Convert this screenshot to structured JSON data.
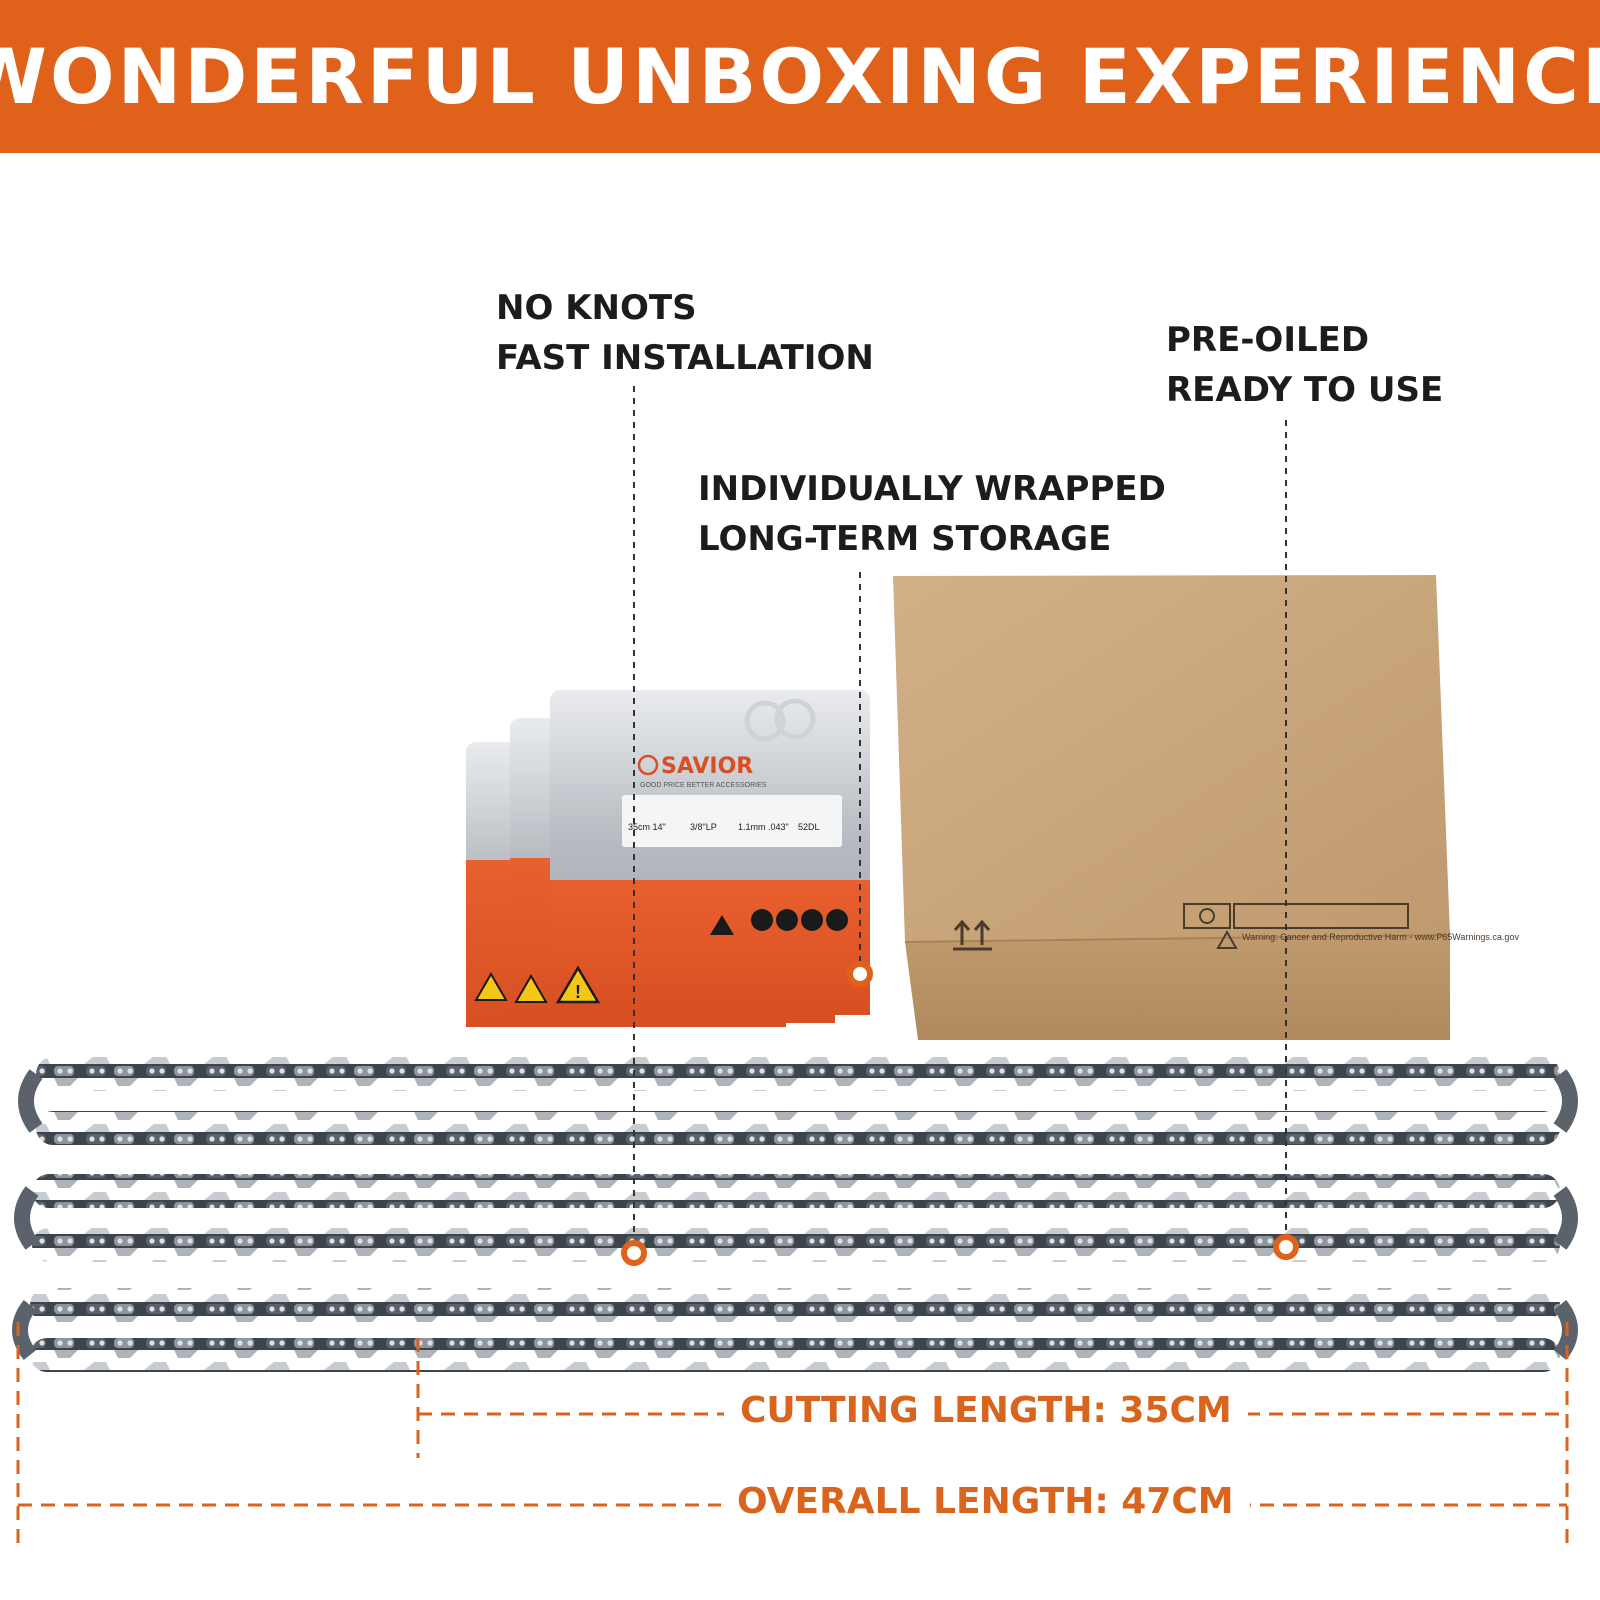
{
  "header": {
    "title": "WONDERFUL UNBOXING EXPERIENCE"
  },
  "callouts": {
    "no_knots": {
      "line1": "NO KNOTS",
      "line2": "FAST INSTALLATION"
    },
    "pre_oiled": {
      "line1": "PRE-OILED",
      "line2": "READY TO USE"
    },
    "wrapped": {
      "line1": "INDIVIDUALLY WRAPPED",
      "line2": "LONG-TERM STORAGE"
    }
  },
  "package": {
    "brand": "SAVIOR",
    "tagline": "GOOD PRICE BETTER ACCESSORIES",
    "specs": [
      "35cm 14\"",
      "3/8\"LP",
      "1.1mm .043\"",
      "52DL"
    ]
  },
  "box": {
    "warning": "Warning: Cancer and Reproductive Harm - www.P65Warnings.ca.gov"
  },
  "measurements": {
    "cutting": "CUTTING LENGTH: 35CM",
    "overall": "OVERALL LENGTH: 47CM"
  },
  "colors": {
    "accent": "#e0621a",
    "measure": "#d8641e",
    "text": "#1c1c1c",
    "cardboard": "#c9a57a"
  }
}
